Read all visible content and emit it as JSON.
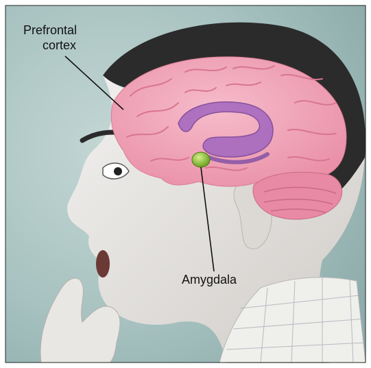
{
  "labels": {
    "prefrontal_line1": "Prefrontal",
    "prefrontal_line2": "cortex",
    "amygdala": "Amygdala"
  },
  "colors": {
    "background": "#a7c2c0",
    "hair": "#2b2b2b",
    "skin": "#e7e5e2",
    "brain": "#f0a3b5",
    "limbic": "#a86cc0",
    "amygdala": "#8fbf2a",
    "cerebellum": "#e889a5"
  }
}
